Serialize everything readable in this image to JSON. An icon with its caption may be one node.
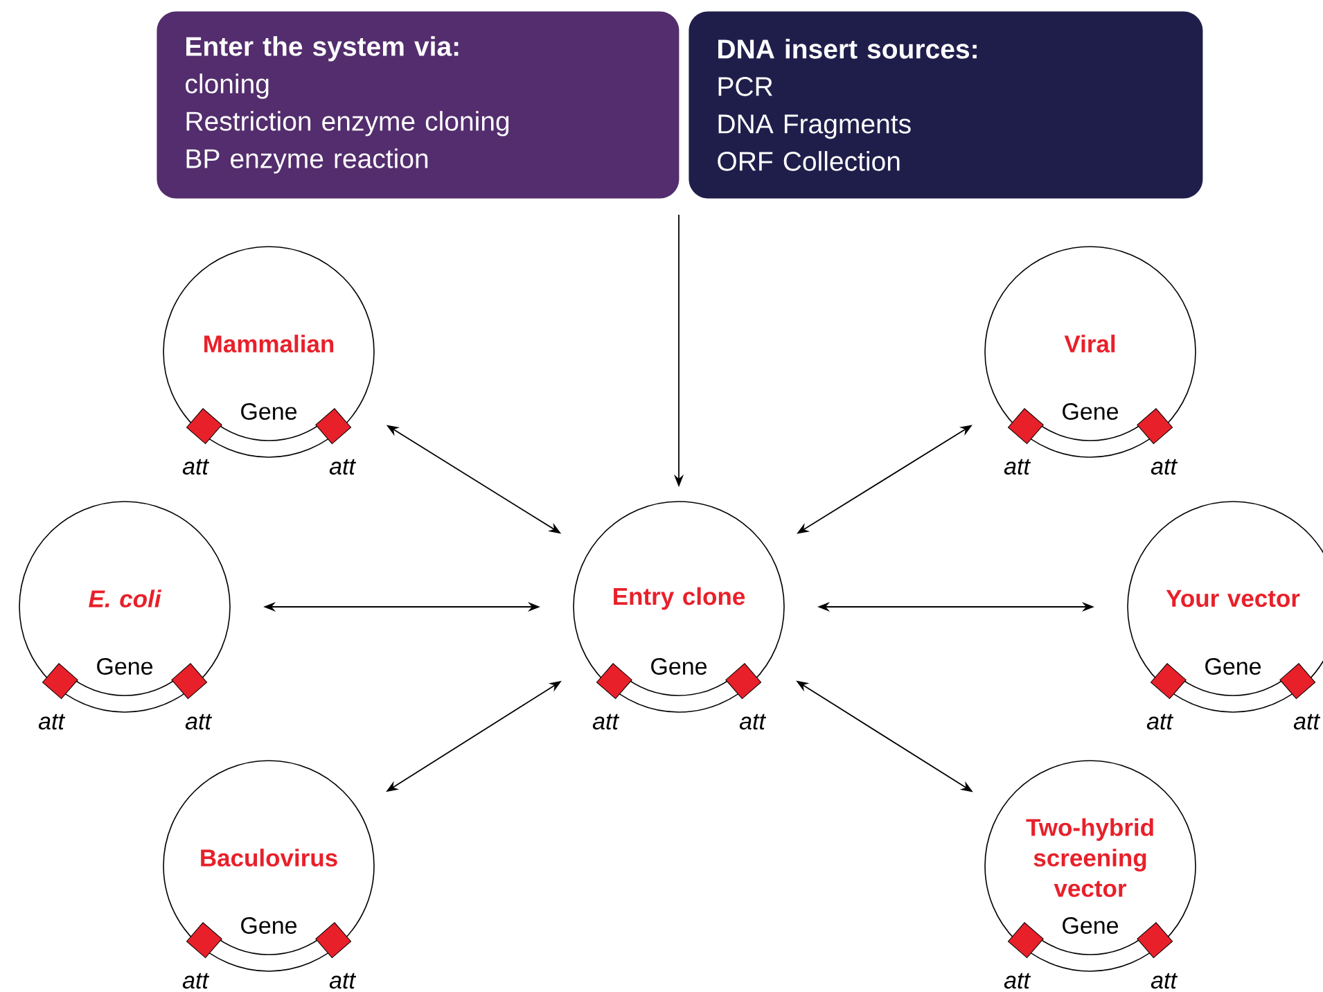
{
  "diagram": {
    "nodes": [
      {
        "text": [
          "Enter the system via:",
          "cloning",
          "Restriction enzyme cloning",
          "BP enzyme reaction"
        ]
      },
      {
        "text": [
          "DNA insert sources:",
          "PCR",
          "DNA Fragments",
          "ORF Collection"
        ]
      },
      {
        "text": [
          "Mammalian",
          "Gene"
        ],
        "beside": [
          "att",
          "att"
        ]
      },
      {
        "text": [
          "Viral",
          "Gene"
        ],
        "beside": [
          "att",
          "att"
        ]
      },
      {
        "text": [
          "E. coli",
          "Gene"
        ],
        "beside": [
          "att",
          "att"
        ]
      },
      {
        "text": [
          "Entry clone",
          "Gene"
        ],
        "beside": [
          "att",
          "att"
        ]
      },
      {
        "text": [
          "Your vector",
          "Gene"
        ],
        "beside": [
          "att",
          "att"
        ]
      },
      {
        "text": [
          "Baculovirus",
          "Gene"
        ],
        "beside": [
          "att",
          "att"
        ]
      },
      {
        "text": [
          "Two-hybrid screening vector",
          "Gene"
        ],
        "beside": [
          "att",
          "att"
        ]
      }
    ],
    "edges": [
      {
        "from": null,
        "to": 5,
        "arrow": "to"
      },
      {
        "from": 5,
        "to": 2,
        "arrow": "both"
      },
      {
        "from": 5,
        "to": 4,
        "arrow": "both"
      },
      {
        "from": 5,
        "to": 7,
        "arrow": "both"
      },
      {
        "from": 5,
        "to": 3,
        "arrow": "both"
      },
      {
        "from": 5,
        "to": 6,
        "arrow": "both"
      },
      {
        "from": 5,
        "to": 8,
        "arrow": "both"
      }
    ]
  }
}
